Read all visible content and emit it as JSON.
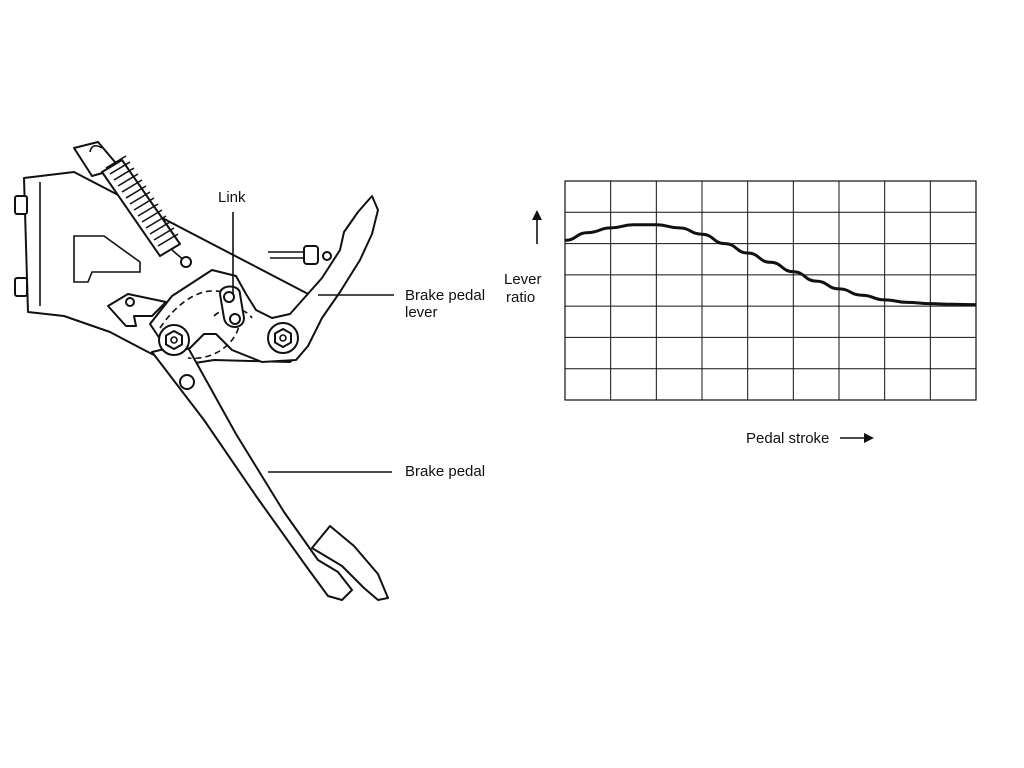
{
  "labels": {
    "link": "Link",
    "brake_pedal_lever_line1": "Brake pedal",
    "brake_pedal_lever_line2": "lever",
    "brake_pedal": "Brake pedal",
    "y_axis_line1": "Lever",
    "y_axis_line2": "ratio",
    "x_axis": "Pedal stroke"
  },
  "chart_data": {
    "type": "line",
    "title": "",
    "xlabel": "Pedal stroke",
    "ylabel": "Lever ratio",
    "grid": true,
    "grid_columns": 9,
    "grid_rows": 7,
    "x_axis_arrow": true,
    "y_axis_arrow": true,
    "series": [
      {
        "x": [
          0,
          0.5,
          1,
          1.5,
          2,
          2.5,
          3,
          3.5,
          4,
          4.5,
          5,
          5.5,
          6,
          6.5,
          7,
          7.5,
          8,
          8.5,
          9
        ],
        "values": [
          5.1,
          5.35,
          5.5,
          5.6,
          5.6,
          5.5,
          5.3,
          5.0,
          4.7,
          4.4,
          4.1,
          3.8,
          3.55,
          3.35,
          3.2,
          3.12,
          3.08,
          3.06,
          3.05
        ]
      }
    ]
  }
}
